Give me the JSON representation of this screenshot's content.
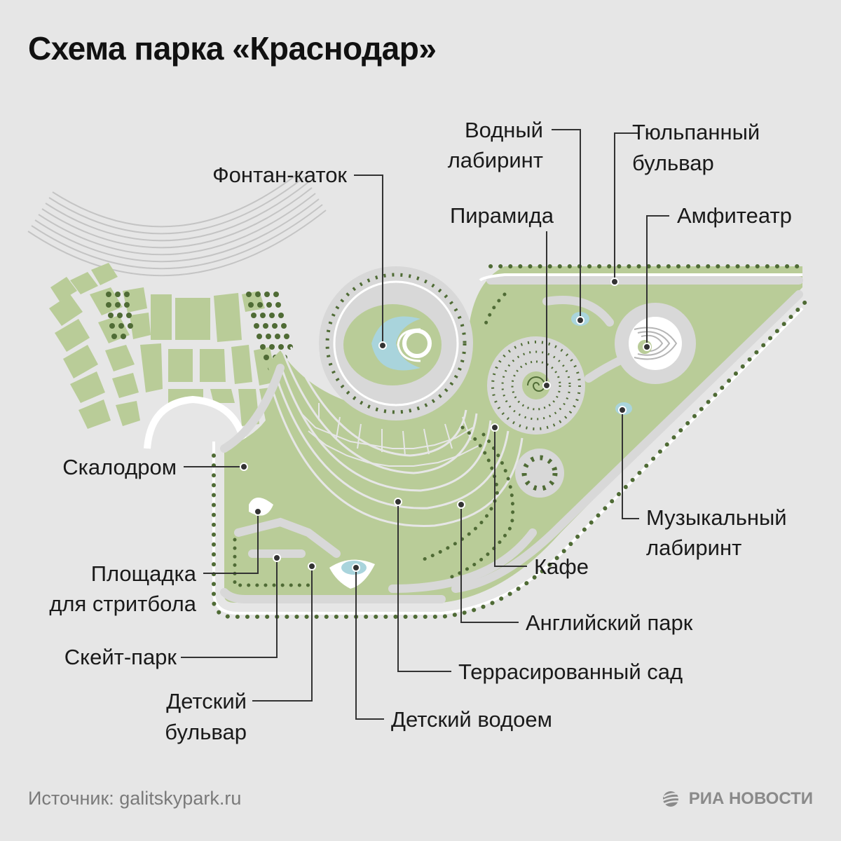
{
  "title": "Схема парка «Краснодар»",
  "labels": {
    "fountain_rink": "Фонтан-каток",
    "water_maze_1": "Водный",
    "water_maze_2": "лабиринт",
    "tulip_blvd_1": "Тюльпанный",
    "tulip_blvd_2": "бульвар",
    "pyramid": "Пирамида",
    "amphitheater": "Амфитеатр",
    "climbing_wall": "Скалодром",
    "music_maze_1": "Музыкальный",
    "music_maze_2": "лабиринт",
    "streetball_1": "Площадка",
    "streetball_2": "для стритбола",
    "cafe": "Кафе",
    "english_park": "Английский парк",
    "skatepark": "Скейт-парк",
    "terraced_garden": "Террасированный сад",
    "kids_blvd_1": "Детский",
    "kids_blvd_2": "бульвар",
    "kids_pond": "Детский водоем"
  },
  "source": "Источник: galitskypark.ru",
  "brand": "РИА НОВОСТИ",
  "colors": {
    "background": "#e6e6e6",
    "green": "#b9cc98",
    "dark_green": "#4f6b35",
    "path": "#d8d8d8",
    "water": "#a9d4dc",
    "leader": "#333333"
  }
}
